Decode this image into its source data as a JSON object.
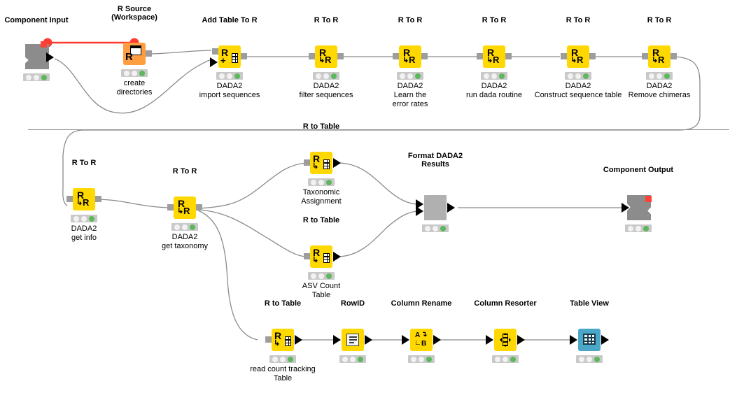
{
  "workflow": {
    "title": "DADA2 KNIME workflow",
    "colors": {
      "node_yellow": "#ffd800",
      "node_orange": "#ff9e40",
      "node_blue": "#4ba7c7",
      "node_gray": "#b0b0b0",
      "status_ok": "#5cb85c",
      "flow_variable_red": "#ff4136",
      "connection": "#8a8a8a"
    },
    "nodes": [
      {
        "id": "component-input",
        "title": "Component Input",
        "subtitle": "",
        "kind": "component-port",
        "icon": "component-input-icon",
        "status": "executed"
      },
      {
        "id": "r-source-workspace",
        "title": "R Source\n(Workspace)",
        "title_lines": [
          "R Source",
          "(Workspace)"
        ],
        "subtitle": "create\ndirectories",
        "subtitle_lines": [
          "create",
          "directories"
        ],
        "kind": "r-source",
        "icon": "r-source-workspace-icon",
        "status": "executed"
      },
      {
        "id": "add-table-to-r",
        "title": "Add Table To R",
        "title_lines": [
          "Add Table To R"
        ],
        "subtitle_lines": [
          "DADA2",
          "import sequences"
        ],
        "kind": "r-node",
        "icon": "add-table-to-r-icon",
        "status": "executed"
      },
      {
        "id": "r-to-r-filter",
        "title": "R To R",
        "title_lines": [
          "R To R"
        ],
        "subtitle_lines": [
          "DADA2",
          "filter sequences"
        ],
        "kind": "r-node",
        "icon": "r-to-r-icon",
        "status": "executed"
      },
      {
        "id": "r-to-r-error-rates",
        "title": "R To R",
        "title_lines": [
          "R To R"
        ],
        "subtitle_lines": [
          "DADA2",
          "Learn the",
          "error rates"
        ],
        "kind": "r-node",
        "icon": "r-to-r-icon",
        "status": "executed"
      },
      {
        "id": "r-to-r-dada",
        "title": "R To R",
        "title_lines": [
          "R To R"
        ],
        "subtitle_lines": [
          "DADA2",
          "run dada routine"
        ],
        "kind": "r-node",
        "icon": "r-to-r-icon",
        "status": "executed"
      },
      {
        "id": "r-to-r-construct",
        "title": "R To R",
        "title_lines": [
          "R To R"
        ],
        "subtitle_lines": [
          "DADA2",
          "Construct sequence table"
        ],
        "kind": "r-node",
        "icon": "r-to-r-icon",
        "status": "executed"
      },
      {
        "id": "r-to-r-chimeras",
        "title": "R To R",
        "title_lines": [
          "R To R"
        ],
        "subtitle_lines": [
          "DADA2",
          "Remove chimeras"
        ],
        "kind": "r-node",
        "icon": "r-to-r-icon",
        "status": "executed"
      },
      {
        "id": "r-to-r-get-info",
        "title": "R To R",
        "title_lines": [
          "R To R"
        ],
        "subtitle_lines": [
          "DADA2",
          "get info"
        ],
        "kind": "r-node",
        "icon": "r-to-r-icon",
        "status": "executed"
      },
      {
        "id": "r-to-r-get-taxonomy",
        "title": "R To R",
        "title_lines": [
          "R To R"
        ],
        "subtitle_lines": [
          "DADA2",
          "get taxonomy"
        ],
        "kind": "r-node",
        "icon": "r-to-r-icon",
        "status": "executed"
      },
      {
        "id": "r-to-table-taxonomic",
        "title": "R to Table",
        "title_lines": [
          "R to Table"
        ],
        "subtitle_lines": [
          "Taxonomic",
          "Assignment"
        ],
        "kind": "r-to-table",
        "icon": "r-to-table-icon",
        "status": "executed"
      },
      {
        "id": "r-to-table-asv",
        "title": "R to Table",
        "title_lines": [
          "R to Table"
        ],
        "subtitle_lines": [
          "ASV Count",
          "Table"
        ],
        "kind": "r-to-table",
        "icon": "r-to-table-icon",
        "status": "executed"
      },
      {
        "id": "r-to-table-readcount",
        "title": "R to Table",
        "title_lines": [
          "R to Table"
        ],
        "subtitle_lines": [
          "read count tracking",
          "Table"
        ],
        "kind": "r-to-table",
        "icon": "r-to-table-icon",
        "status": "executed"
      },
      {
        "id": "format-dada2-results",
        "title": "Format DADA2\nResults",
        "title_lines": [
          "Format DADA2",
          "Results"
        ],
        "subtitle_lines": [],
        "kind": "metanode",
        "icon": "metanode-icon",
        "status": "executed"
      },
      {
        "id": "component-output",
        "title": "Component Output",
        "title_lines": [
          "Component Output"
        ],
        "subtitle_lines": [],
        "kind": "component-port",
        "icon": "component-output-icon",
        "status": "executed"
      },
      {
        "id": "rowid",
        "title": "RowID",
        "title_lines": [
          "RowID"
        ],
        "subtitle_lines": [],
        "kind": "table-node",
        "icon": "rowid-icon",
        "status": "executed"
      },
      {
        "id": "column-rename",
        "title": "Column Rename",
        "title_lines": [
          "Column Rename"
        ],
        "subtitle_lines": [],
        "kind": "table-node",
        "icon": "column-rename-icon",
        "status": "executed"
      },
      {
        "id": "column-resorter",
        "title": "Column Resorter",
        "title_lines": [
          "Column Resorter"
        ],
        "subtitle_lines": [],
        "kind": "table-node",
        "icon": "column-resorter-icon",
        "status": "executed"
      },
      {
        "id": "table-view",
        "title": "Table View",
        "title_lines": [
          "Table View"
        ],
        "subtitle_lines": [],
        "kind": "view-node",
        "icon": "table-view-icon",
        "status": "executed"
      }
    ],
    "icon_labels": {
      "r_letter": "R",
      "r_arrow": "↳",
      "plus": "+",
      "rename_from": "A",
      "rename_to": "B",
      "rename_arrow": "↴",
      "rename_corner": "∟"
    }
  }
}
